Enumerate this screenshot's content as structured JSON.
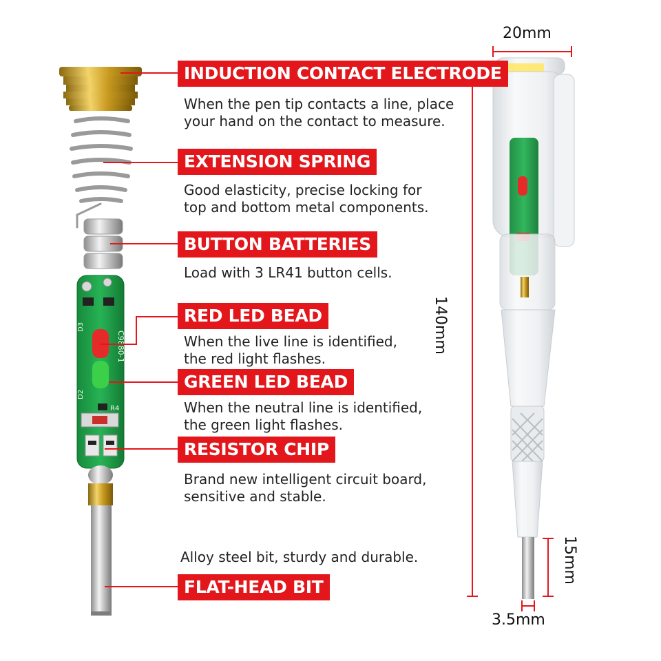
{
  "components": [
    {
      "title": "INDUCTION CONTACT ELECTRODE",
      "description": [
        "When the pen tip contacts a line, place",
        "your hand on the contact to measure."
      ]
    },
    {
      "title": "EXTENSION SPRING",
      "description": [
        "Good elasticity, precise locking for",
        "top and bottom metal components."
      ]
    },
    {
      "title": "BUTTON BATTERIES",
      "description": [
        "Load with 3 LR41 button cells."
      ]
    },
    {
      "title": "RED LED BEAD",
      "description": [
        "When the live line is identified,",
        "the red light flashes."
      ]
    },
    {
      "title": "GREEN LED BEAD",
      "description": [
        "When the neutral line is identified,",
        "the green light flashes."
      ]
    },
    {
      "title": "RESISTOR CHIP",
      "description": [
        "Brand new intelligent circuit board,",
        "sensitive and stable."
      ]
    },
    {
      "title": "FLAT-HEAD BIT",
      "description": [
        "Alloy steel bit, sturdy and durable."
      ]
    }
  ],
  "dimensions": {
    "width": "20mm",
    "length": "140mm",
    "bit_length": "15mm",
    "bit_width": "3.5mm"
  },
  "board_markings": {
    "d3": "D3",
    "d2": "D2",
    "r4": "R4",
    "model": "C9880-1"
  },
  "colors": {
    "label_bg": "#e3161b",
    "pcb_green": "#1fa34a",
    "brass": "#c9a227",
    "dimension_line": "#e3161b"
  }
}
